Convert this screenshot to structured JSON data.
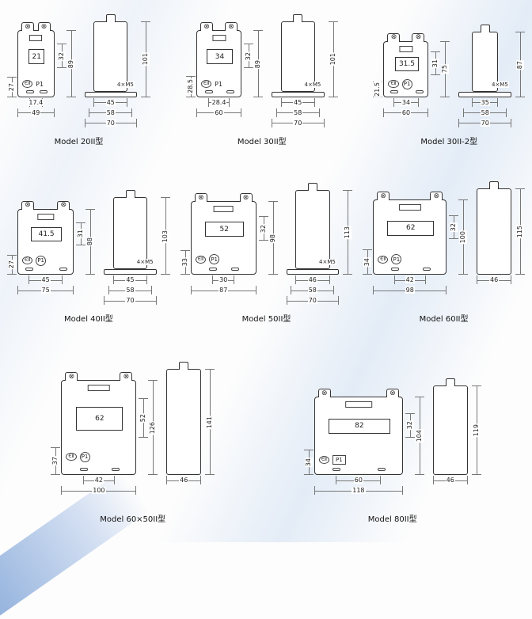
{
  "page": {
    "background": "#fdfdfd",
    "accent_stripe_color": "#7fa4d7"
  },
  "icons": {
    "screw": "⊗",
    "brand_logo": "ЄⅡ"
  },
  "models": [
    {
      "name": "Model 20II型",
      "p1_variant": "plain",
      "front": {
        "window_label": "21",
        "height_dims": [
          "32",
          "89"
        ],
        "left_dim": "27",
        "width_dims": [
          "17.4",
          "49"
        ],
        "p1": "P1"
      },
      "side": {
        "height_dim": "101",
        "screw_note": "4×M5",
        "width_dims": [
          "45",
          "58",
          "70"
        ]
      }
    },
    {
      "name": "Model 30II型",
      "p1_variant": "plain",
      "front": {
        "window_label": "34",
        "height_dims": [
          "32",
          "89"
        ],
        "left_dim": "28.5",
        "width_dims": [
          "28.4",
          "60"
        ],
        "p1": "P1"
      },
      "side": {
        "height_dim": "101",
        "screw_note": "4×M5",
        "width_dims": [
          "45",
          "58",
          "70"
        ]
      }
    },
    {
      "name": "Model 30II-2型",
      "p1_variant": "circled",
      "front": {
        "window_label": "31.5",
        "height_dims": [
          "31",
          "75"
        ],
        "left_dim": "21.5",
        "width_dims": [
          "34",
          "60"
        ],
        "p1": "P1"
      },
      "side": {
        "height_dim": "87",
        "screw_note": "4×M5",
        "width_dims": [
          "35",
          "58",
          "70"
        ]
      }
    },
    {
      "name": "Model 40II型",
      "p1_variant": "circled",
      "front": {
        "window_label": "41.5",
        "height_dims": [
          "31",
          "88"
        ],
        "left_dim": "27",
        "width_dims": [
          "45",
          "75"
        ],
        "p1": "P1"
      },
      "side": {
        "height_dim": "103",
        "screw_note": "4×M5",
        "width_dims": [
          "45",
          "58",
          "70"
        ]
      }
    },
    {
      "name": "Model 50II型",
      "p1_variant": "circled",
      "front": {
        "window_label": "52",
        "height_dims": [
          "32",
          "98"
        ],
        "left_dim": "33",
        "width_dims": [
          "30",
          "87"
        ],
        "p1": "P1"
      },
      "side": {
        "height_dim": "113",
        "screw_note": "4×M5",
        "width_dims": [
          "46",
          "58",
          "70"
        ]
      }
    },
    {
      "name": "Model 60II型",
      "p1_variant": "circled",
      "front": {
        "window_label": "62",
        "height_dims": [
          "32",
          "100"
        ],
        "left_dim": "34",
        "width_dims": [
          "42",
          "98"
        ],
        "p1": "P1"
      },
      "side": {
        "height_dim": "115",
        "width_dims": [
          "46"
        ]
      }
    },
    {
      "name": "Model 60×50II型",
      "p1_variant": "circled",
      "front": {
        "window_label": "62",
        "height_dims": [
          "52",
          "126"
        ],
        "left_dim": "37",
        "width_dims": [
          "42",
          "100"
        ],
        "p1": "P1"
      },
      "side": {
        "height_dim": "141",
        "width_dims": [
          "46"
        ]
      }
    },
    {
      "name": "Model 80II型",
      "p1_variant": "boxed",
      "front": {
        "window_label": "82",
        "height_dims": [
          "32",
          "104"
        ],
        "left_dim": "34",
        "width_dims": [
          "60",
          "118"
        ],
        "p1": "P1"
      },
      "side": {
        "height_dim": "119",
        "width_dims": [
          "46"
        ]
      }
    }
  ],
  "rows": [
    [
      0,
      1,
      2
    ],
    [
      3,
      4,
      5
    ],
    [
      6,
      7
    ]
  ]
}
